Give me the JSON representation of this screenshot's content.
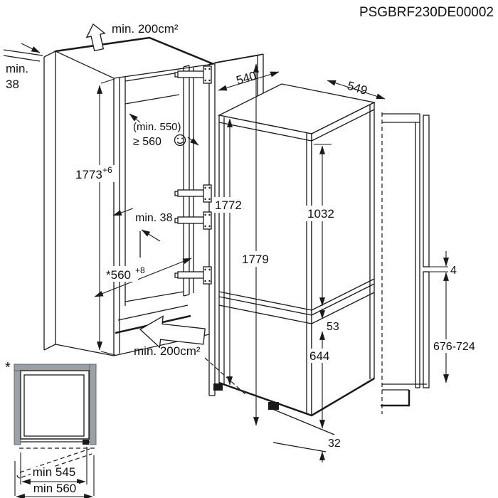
{
  "header": {
    "doc_code": "PSGBRF230DE00002"
  },
  "niche": {
    "vent_top": "min. 200cm²",
    "wall_clearance_l1": "min.",
    "wall_clearance_l2": "38",
    "depth_min_note": "(min. 550)",
    "depth_req": "≥ 560",
    "inner_clearance": "min. 38",
    "height_value": "1773",
    "height_tol": "+6",
    "width_value": "*560",
    "width_tol": "+8",
    "vent_bottom": "min. 200cm²"
  },
  "appliance": {
    "width_top": "540",
    "depth": "549",
    "height": "1772",
    "door_panel_height": "1779",
    "upper_door_panel": "1032",
    "panel_overlap": "53",
    "lower_door_panel": "644",
    "plinth_height": "32"
  },
  "side_view": {
    "panel_gap": "4",
    "lower_panel_range": "676-724"
  },
  "top_view_inset": {
    "footnote_mark": "*",
    "inner_width": "min 545",
    "outer_width": "min 560"
  },
  "icons": {
    "smiley": "smiley-face",
    "airflow_top": "airflow-arrow-up",
    "airflow_bottom": "airflow-arrow-front",
    "hinge": "door-hinge"
  },
  "colors": {
    "line": "#1a1a1a",
    "wall_gray": "#9aa0a4",
    "background": "#ffffff"
  }
}
